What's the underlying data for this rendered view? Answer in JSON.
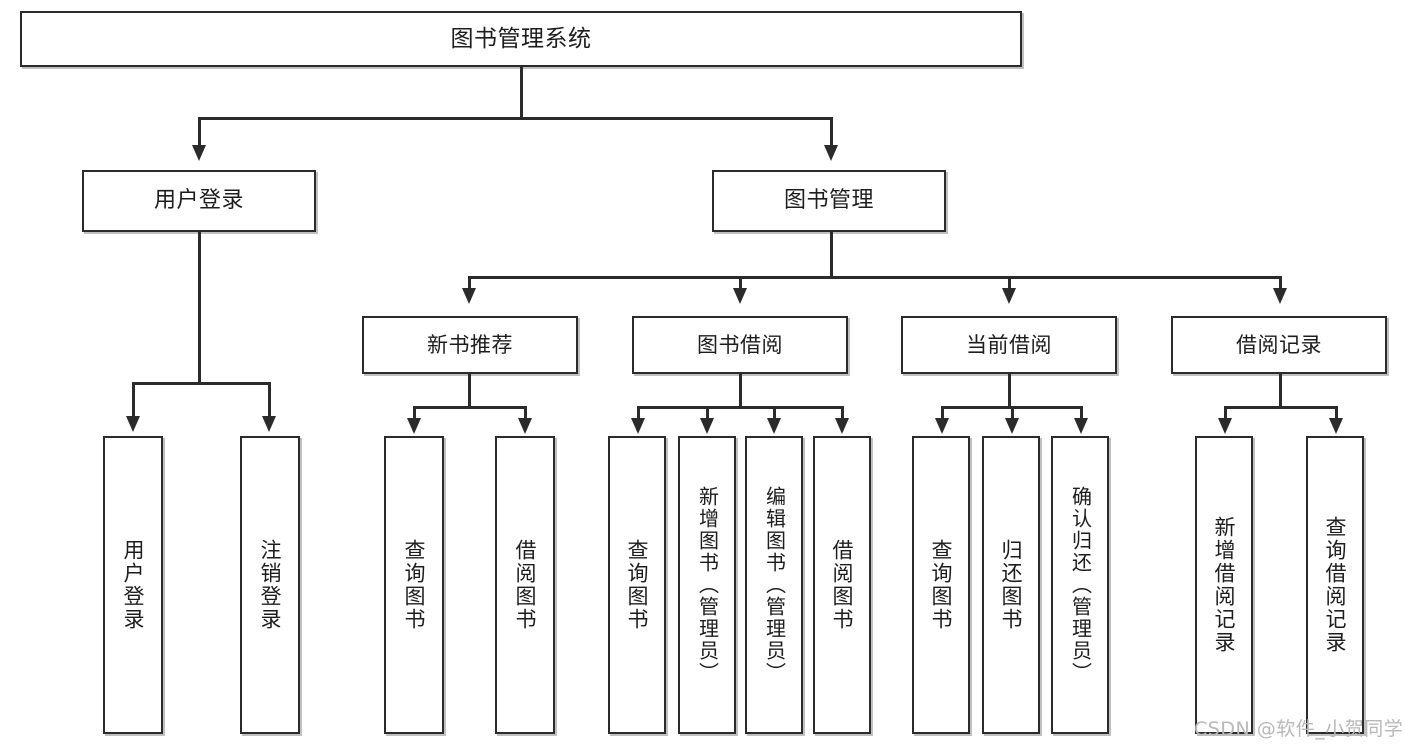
{
  "diagram": {
    "type": "tree-hierarchy-chart",
    "title": "图书管理系统",
    "watermark": "CSDN @软件_小贺同学",
    "nodes": {
      "root": {
        "label": "图书管理系统"
      },
      "level2": [
        {
          "label": "用户登录"
        },
        {
          "label": "图书管理"
        }
      ],
      "level3": [
        {
          "label": "新书推荐"
        },
        {
          "label": "图书借阅"
        },
        {
          "label": "当前借阅"
        },
        {
          "label": "借阅记录"
        }
      ],
      "leaves": {
        "user_login": [
          {
            "label": "用户登录"
          },
          {
            "label": "注销登录"
          }
        ],
        "new_book_recommend": [
          {
            "label": "查询图书"
          },
          {
            "label": "借阅图书"
          }
        ],
        "book_borrow": [
          {
            "label": "查询图书"
          },
          {
            "label": "新增图书（管理员）"
          },
          {
            "label": "编辑图书（管理员）"
          },
          {
            "label": "借阅图书"
          }
        ],
        "current_borrow": [
          {
            "label": "查询图书"
          },
          {
            "label": "归还图书"
          },
          {
            "label": "确认归还（管理员）"
          }
        ],
        "borrow_record": [
          {
            "label": "新增借阅记录"
          },
          {
            "label": "查询借阅记录"
          }
        ]
      }
    },
    "colors": {
      "stroke": "#2b2b2b",
      "fill": "#ffffff",
      "text": "#1d1d1d",
      "watermark": "#b8b8b8"
    }
  }
}
